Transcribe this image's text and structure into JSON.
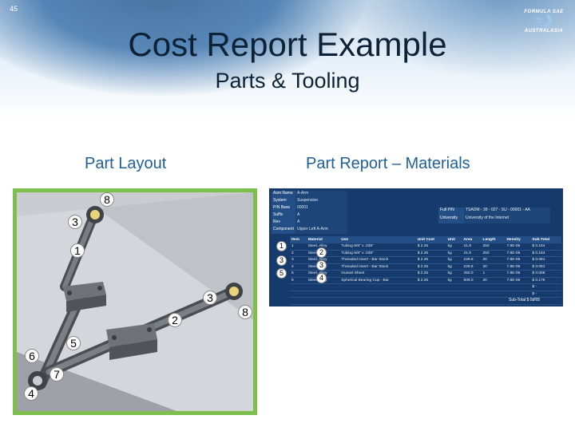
{
  "slide_number": "45",
  "logo": {
    "line1": "FORMULA SAE",
    "mark": "≈❯",
    "line2": "AUSTRALASIA"
  },
  "title": "Cost Report Example",
  "subtitle": "Parts & Tooling",
  "left_heading": "Part Layout",
  "right_heading": "Part Report – Materials",
  "cad_markers": [
    "8",
    "3",
    "1",
    "3",
    "2",
    "8",
    "5",
    "6",
    "7",
    "4"
  ],
  "report_markers": [
    "1",
    "2",
    "3",
    "3",
    "5",
    "4"
  ],
  "report": {
    "header_rows": [
      {
        "k": "Asm Name",
        "v": "A-Arm"
      },
      {
        "k": "System",
        "v": "Suspension"
      },
      {
        "k": "P/N Base",
        "v": "00001"
      },
      {
        "k": "Suffix",
        "v": "A"
      },
      {
        "k": "Rev",
        "v": "A"
      },
      {
        "k": "Component",
        "v": "Upper Left A-Arm"
      }
    ],
    "right_rows": [
      {
        "k": "Full P/N",
        "v": "TSADM - 39 - 027 - SU - 00001 - AA"
      },
      {
        "k": "University",
        "v": "University of the Internet"
      }
    ],
    "columns": [
      "Item",
      "Material",
      "Use",
      "Unit Cost",
      "Unit",
      "Area",
      "Length",
      "Density",
      "Sub-Total"
    ],
    "rows": [
      [
        "1",
        "Steel, Alloy",
        "Tubing-5/8\" x .035\"",
        "$ 2.25",
        "kg",
        "41.9",
        "250",
        "7.8E-06",
        "$ 0.184"
      ],
      [
        "2",
        "Steel, Alloy",
        "Tubing-5/8\" x .035\"",
        "$ 2.25",
        "kg",
        "41.9",
        "250",
        "7.8E-06",
        "$ 0.184"
      ],
      [
        "3",
        "Steel, Alloy",
        "Threaded Insert - Bar Stock",
        "$ 2.25",
        "kg",
        "229.6",
        "20",
        "7.8E-06",
        "$ 0.081"
      ],
      [
        "4",
        "Steel, Alloy",
        "Threaded Insert - Bar Stock",
        "$ 2.25",
        "kg",
        "229.6",
        "20",
        "7.8E-06",
        "$ 0.081"
      ],
      [
        "5",
        "Steel, Alloy",
        "Gusset Sheet",
        "$ 2.25",
        "kg",
        "450.0",
        "1",
        "7.8E-06",
        "$ 0.008"
      ],
      [
        "6",
        "Steel, Alloy",
        "Spherical Bearing Cup - Bar",
        "$ 2.25",
        "kg",
        "509.0",
        "20",
        "7.8E-06",
        "$ 0.179"
      ],
      [
        "",
        "",
        "",
        "",
        "",
        "",
        "",
        "",
        "$ -"
      ],
      [
        "",
        "",
        "",
        "",
        "",
        "",
        "",
        "",
        "$ -"
      ],
      [
        "",
        "",
        "",
        "",
        "",
        "",
        "",
        "",
        "$ -"
      ]
    ],
    "sub_total_label": "Sub-Total",
    "sub_total_value": "$ 0.705"
  }
}
